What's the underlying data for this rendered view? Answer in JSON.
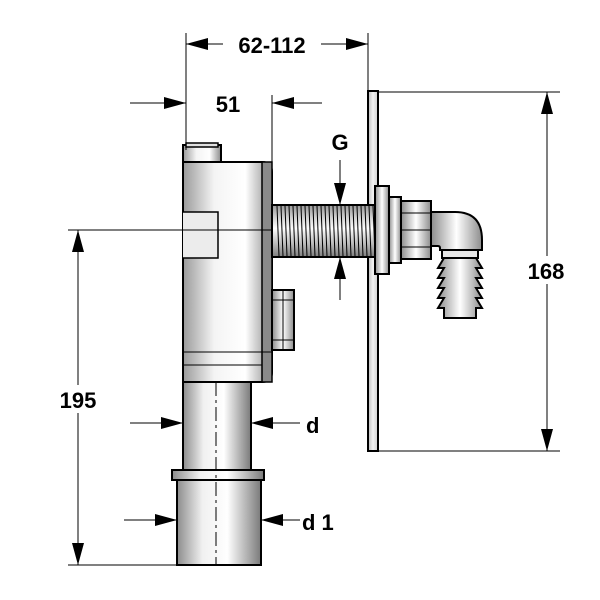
{
  "dimensions": {
    "overall_depth": "62-112",
    "body_depth": "51",
    "thread": "G",
    "plate_height": "168",
    "total_height": "195",
    "outlet_diameter": "d",
    "inner_diameter": "d 1"
  },
  "colors": {
    "line": "#000000",
    "part_shade_light": "#f2f2f2",
    "part_shade_mid": "#cfcfcf",
    "part_shade_dark": "#8c8c8c",
    "background": "#ffffff"
  }
}
